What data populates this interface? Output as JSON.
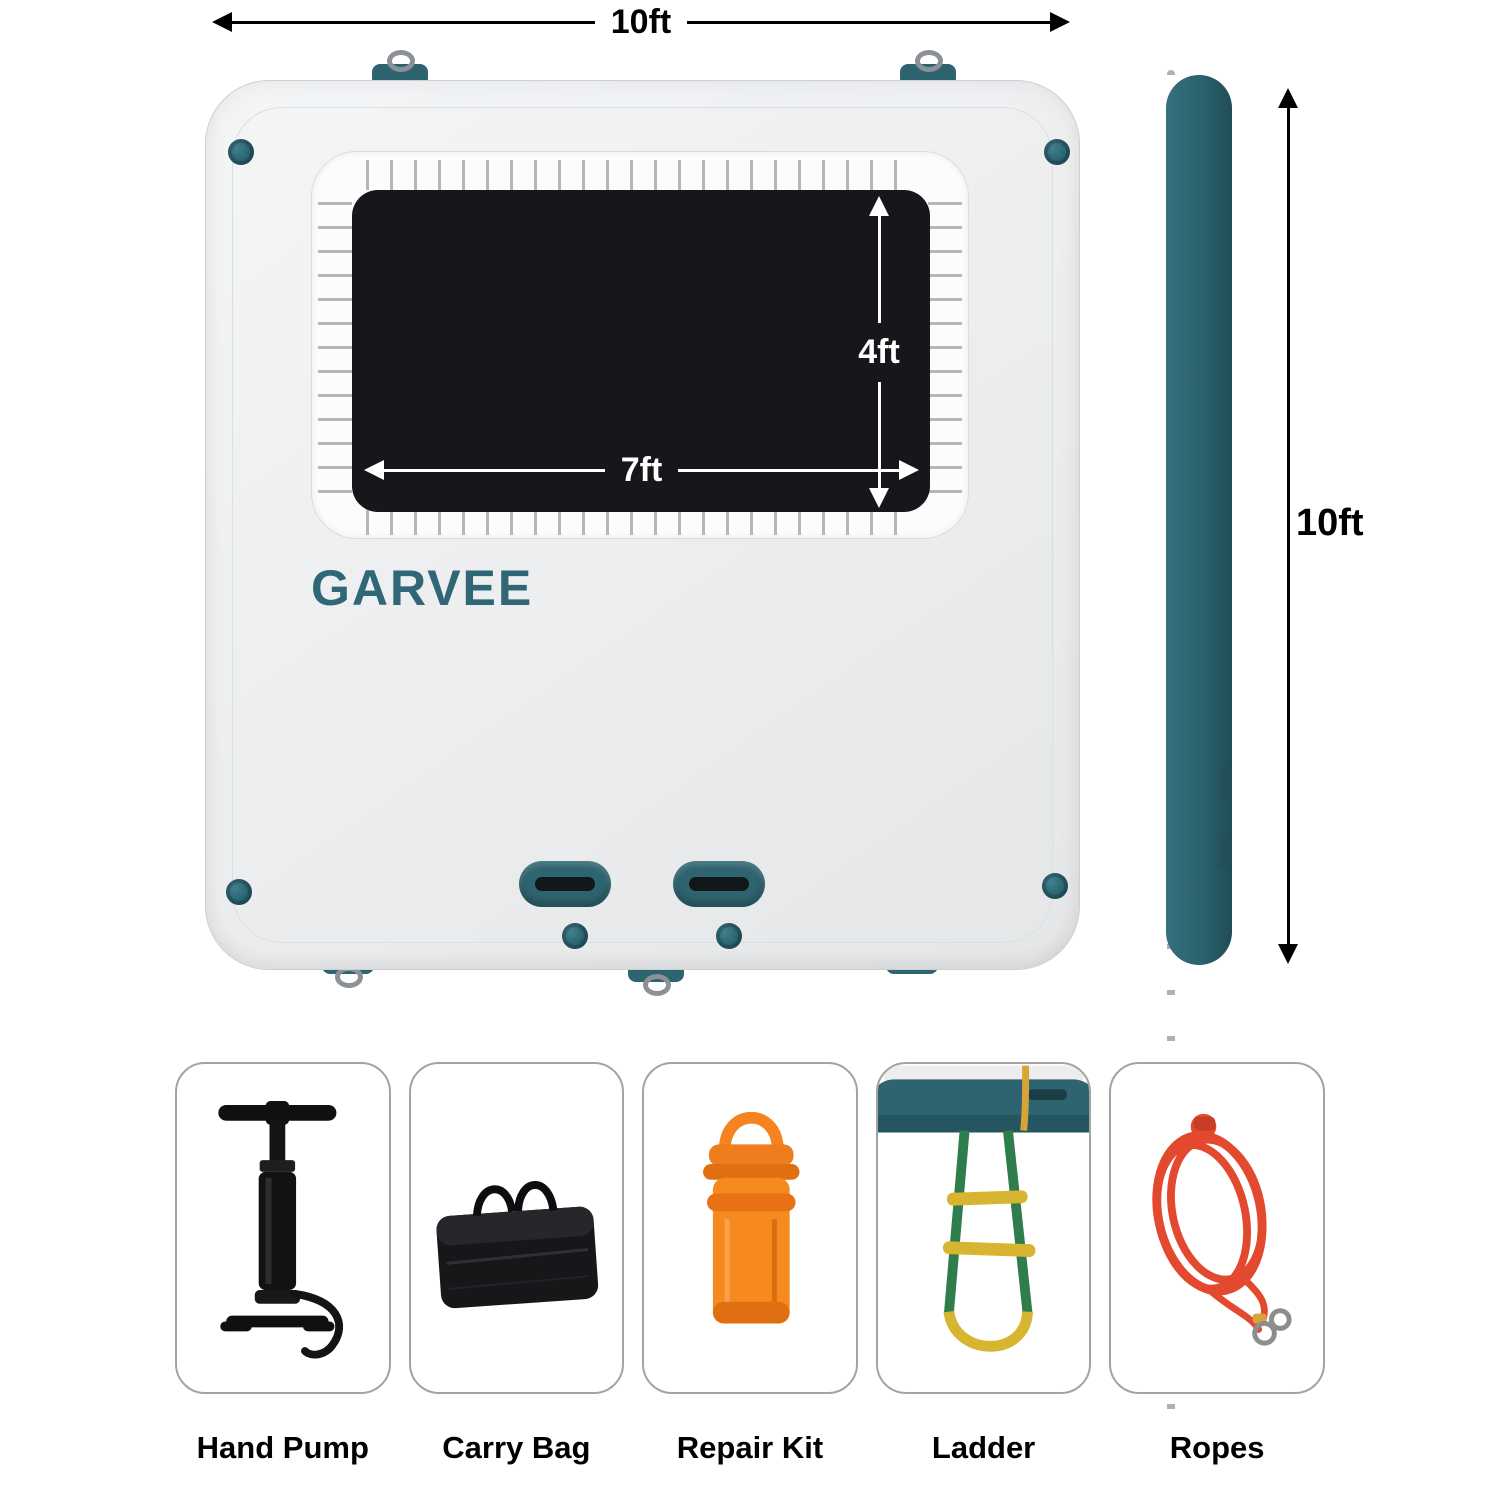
{
  "brand": {
    "name": "GARVEE"
  },
  "dimensions": {
    "top_width": "10ft",
    "side_length": "10ft",
    "mesh_width": "7ft",
    "mesh_height": "4ft"
  },
  "accessories": [
    {
      "label": "Hand Pump",
      "icon": "hand-pump-icon"
    },
    {
      "label": "Carry Bag",
      "icon": "carry-bag-icon"
    },
    {
      "label": "Repair Kit",
      "icon": "repair-kit-icon"
    },
    {
      "label": "Ladder",
      "icon": "ladder-icon"
    },
    {
      "label": "Ropes",
      "icon": "ropes-icon"
    }
  ],
  "colors": {
    "teal": "#2E6470",
    "platform_gray": "#ECEDEF",
    "mesh_black": "#17171B",
    "repair_kit_orange": "#F5831F",
    "rope_red": "#E2492F",
    "ladder_strap_green": "#2E7D4B",
    "ladder_rung_yellow": "#D8B531"
  }
}
